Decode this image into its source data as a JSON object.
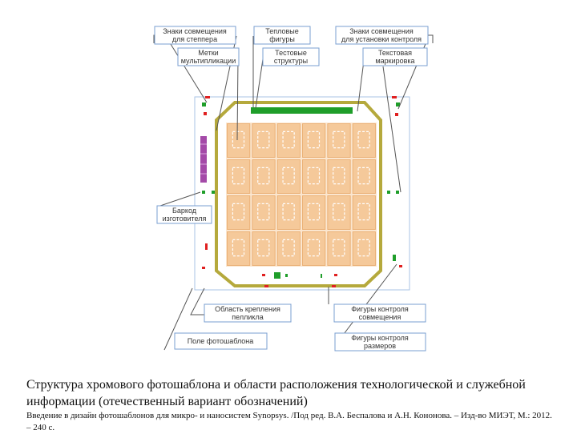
{
  "labels": {
    "align_marks_stepper": [
      "Знаки совмещения",
      "для степпера"
    ],
    "test_structures_top": [
      "Тепловые",
      "фигуры"
    ],
    "align_marks_control": [
      "Знаки совмещения",
      "для установки контроля"
    ],
    "multiplication_marks": [
      "Метки",
      "мультипликации"
    ],
    "test_structures": [
      "Тестовые",
      "структуры"
    ],
    "text_marking": [
      "Текстовая",
      "маркировка"
    ],
    "manufacturer_barcode": [
      "Баркод",
      "изготовителя"
    ],
    "chrome_edge_area": [
      "Область крепления",
      "пелликла"
    ],
    "alignment_control_figures": [
      "Фигуры контроля",
      "совмещения"
    ],
    "photomask_field": [
      "Поле фотошаблона"
    ],
    "size_control_figures": [
      "Фигуры контроля",
      "размеров"
    ]
  },
  "caption": "Структура хромового фотошаблона и области расположения технологической и служебной информации (отечественный вариант обозначений)",
  "source": "Введение в дизайн фотошаблонов для микро- и наносистем Synopsys. /Под ред. В.А. Беспалова и А.Н. Кононова. – Изд-во МИЭТ, М.: 2012. – 240 с.",
  "colors": {
    "label_border": "#7a9fd0",
    "pellicle_frame": "#b5a93c",
    "die": "#f5c99a",
    "die_border": "#e8a868",
    "green_mark": "#1f9e2a",
    "red_mark": "#e02020",
    "barcode": "#a44aa8",
    "plate_border": "#a9c3e6"
  },
  "grid": {
    "rows": 4,
    "cols": 6
  }
}
